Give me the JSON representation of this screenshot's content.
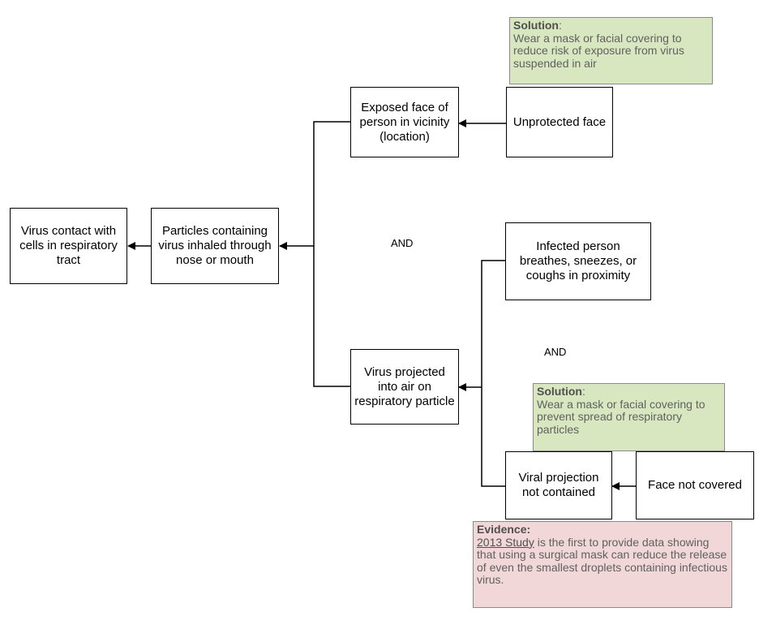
{
  "nodes": {
    "virus_contact": "Virus contact with cells in respiratory tract",
    "particles_inhaled": "Particles containing virus inhaled through nose or mouth",
    "exposed_face": "Exposed face of person in vicinity (location)",
    "unprotected_face": "Unprotected face",
    "virus_projected": "Virus projected into air on respiratory particle",
    "infected_person": "Infected person breathes, sneezes, or coughs in proximity",
    "viral_projection": "Viral projection not contained",
    "face_not_covered": "Face not covered"
  },
  "gates": {
    "and_upper": "AND",
    "and_lower": "AND"
  },
  "notes": {
    "solution_1": {
      "heading": "Solution",
      "colon": ":",
      "body": "Wear a mask or facial covering to reduce risk of exposure from virus suspended in air"
    },
    "solution_2": {
      "heading": "Solution",
      "colon": ":",
      "body": "Wear a mask or facial covering to prevent spread of respiratory particles"
    },
    "evidence": {
      "heading": "Evidence:",
      "link": "2013 Study",
      "body": " is the first to provide data showing that using a surgical mask can reduce the release of even the smallest droplets containing infectious virus."
    }
  },
  "colors": {
    "solution_bg": "#d9e7c0",
    "evidence_bg": "#f1d7d7",
    "line": "#000000"
  }
}
